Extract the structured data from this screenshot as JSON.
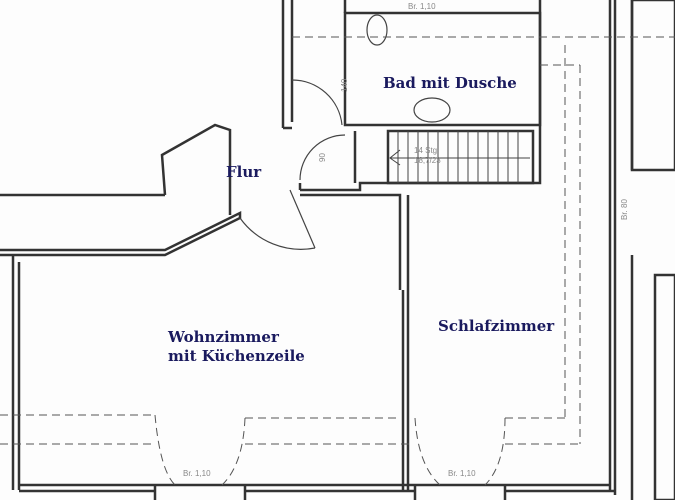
{
  "rooms": {
    "bath": "Bad mit Dusche",
    "hall": "Flur",
    "living_line1": "Wohnzimmer",
    "living_line2": "mit Küchenzeile",
    "bedroom": "Schlafzimmer"
  },
  "dimensions": {
    "bath_door_top": "Br. 1,10",
    "bath_depth": "140",
    "hall_door": "90",
    "stairs_steps": "14 Stg",
    "stairs_ratio": "18,7/23",
    "right_window": "Br. 80",
    "living_window": "Br. 1,10",
    "bedroom_window": "Br. 1,10"
  },
  "colors": {
    "label": "#1a1a5e",
    "wall": "#333333",
    "dashed": "#555555"
  }
}
